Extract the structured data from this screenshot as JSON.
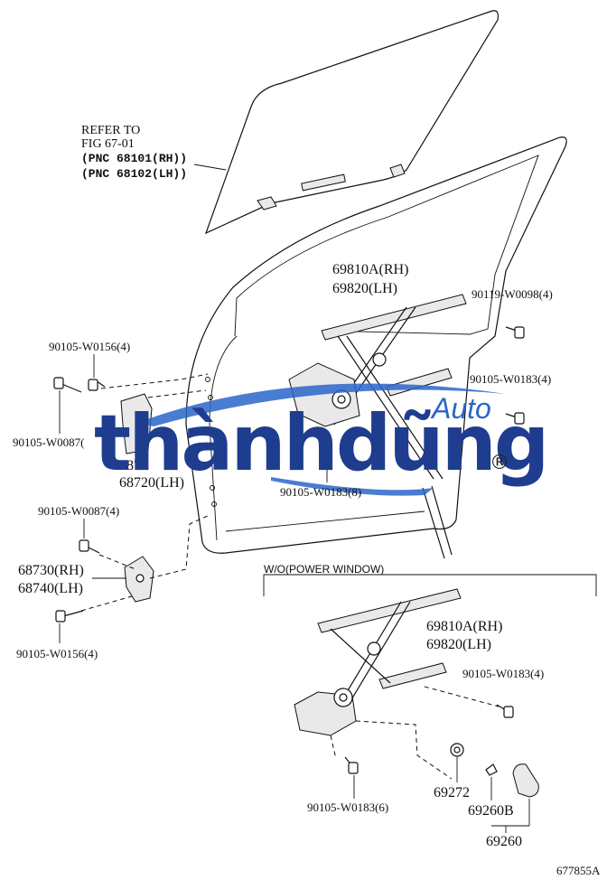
{
  "diagram": {
    "refer": {
      "line1": "REFER TO",
      "line2": "FIG 67-01",
      "line3": "(PNC 68101(RH))",
      "line4": "(PNC 68102(LH))"
    },
    "labels": {
      "regulator_rh": "69810A(RH)",
      "regulator_lh": "69820(LH)",
      "bolt_90119": "90119-W0098(4)",
      "bolt_0156_top": "90105-W0156(4)",
      "bolt_0183_right": "90105-W0183(4)",
      "bolt_0087_left": "90105-W0087(",
      "hinge_partial": "6871",
      "hinge_lh": "68720(LH)",
      "bolt_0183_8": "90105-W0183(8)",
      "bolt_0087_4": "90105-W0087(4)",
      "hinge2_rh": "68730(RH)",
      "hinge2_lh": "68740(LH)",
      "bolt_0156_bottom": "90105-W0156(4)",
      "section_title": "W/O(POWER WINDOW)",
      "manual_rh": "69810A(RH)",
      "manual_lh": "69820(LH)",
      "bolt_0183_4b": "90105-W0183(4)",
      "washer": "69272",
      "handle_b": "69260B",
      "bolt_0183_6": "90105-W0183(6)",
      "handle": "69260",
      "figure_id": "677855A"
    },
    "watermark": {
      "brand": "thànhdũng",
      "suffix": "Auto",
      "reg": "®"
    }
  }
}
